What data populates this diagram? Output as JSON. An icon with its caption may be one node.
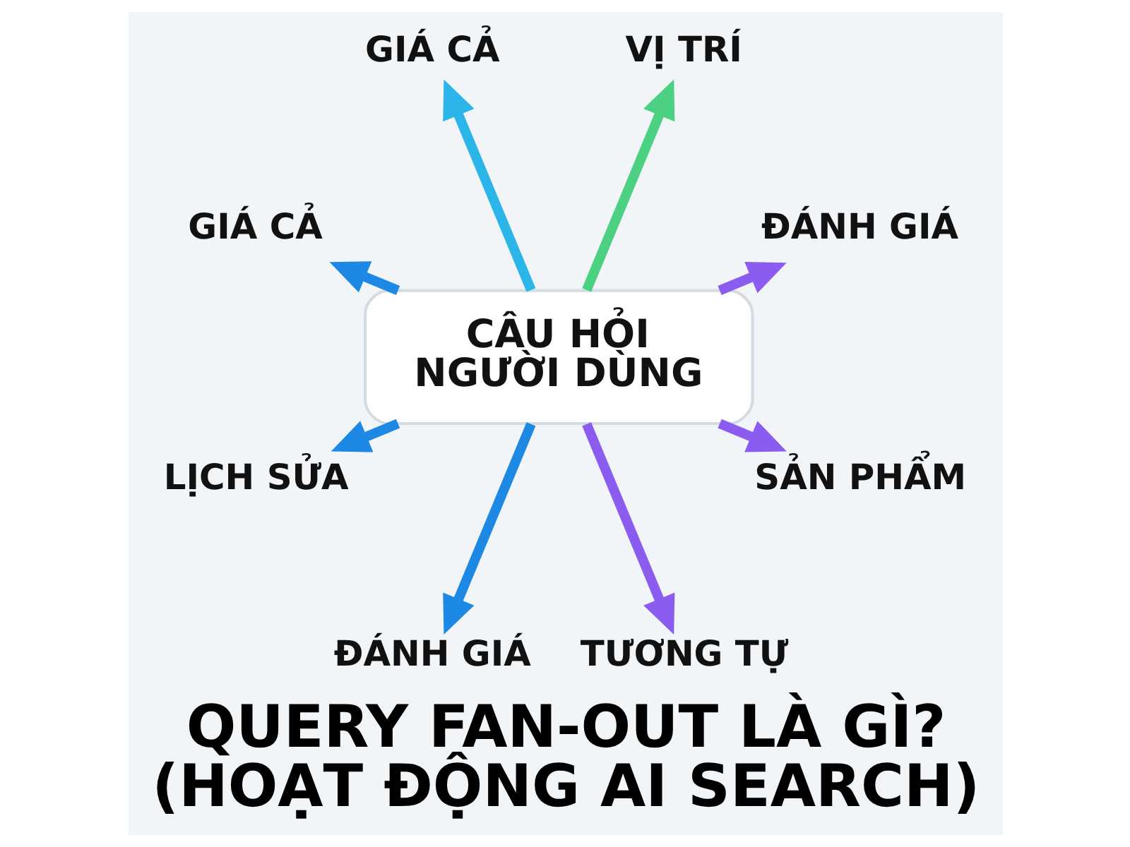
{
  "diagram": {
    "title": "QUERY FAN-OUT LÀ GÌ? (HOẠT ĐỘNG AI SEARCH)",
    "nodes": [
      {
        "text": [
          "GIÁ CẢ"
        ]
      },
      {
        "text": [
          "VỊ TRÍ"
        ]
      },
      {
        "text": [
          "GIÁ CẢ"
        ]
      },
      {
        "text": [
          "ĐÁNH GIÁ"
        ]
      },
      {
        "text": [
          "CÂU HỎI NGƯỜI DÙNG"
        ]
      },
      {
        "text": [
          "LỊCH SỬA"
        ]
      },
      {
        "text": [
          "SẢN PHẨM"
        ]
      },
      {
        "text": [
          "ĐÁNH GIÁ"
        ]
      },
      {
        "text": [
          "TƯƠNG TỰ"
        ]
      }
    ],
    "edges": [
      {
        "from": 4,
        "to": 3,
        "arrow": "to",
        "color": "#8b5cf0"
      },
      {
        "from": 4,
        "to": 1,
        "arrow": "to",
        "color": "#4cd183"
      },
      {
        "from": 4,
        "to": 0,
        "arrow": "to",
        "color": "#2bb5e8"
      },
      {
        "from": 4,
        "to": 2,
        "arrow": "to",
        "color": "#1e88e5"
      },
      {
        "from": 4,
        "to": 5,
        "arrow": "to",
        "color": "#1e88e5"
      },
      {
        "from": 4,
        "to": 7,
        "arrow": "to",
        "color": "#1e88e5"
      },
      {
        "from": 4,
        "to": 8,
        "arrow": "to",
        "color": "#8b5cf0"
      },
      {
        "from": 4,
        "to": 6,
        "arrow": "to",
        "color": "#8b5cf0"
      }
    ]
  }
}
